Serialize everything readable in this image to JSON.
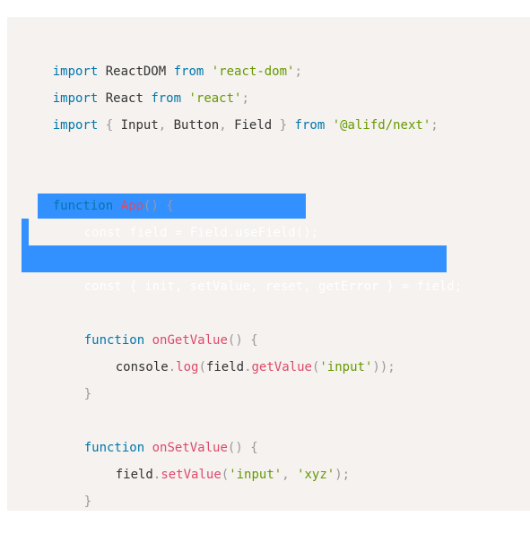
{
  "code": {
    "l1": {
      "kw1": "import",
      "t1": " ReactDOM ",
      "kw2": "from",
      "t2": " ",
      "s1": "'react-dom'",
      "p1": ";"
    },
    "l2": {
      "kw1": "import",
      "t1": " React ",
      "kw2": "from",
      "t2": " ",
      "s1": "'react'",
      "p1": ";"
    },
    "l3": {
      "kw1": "import",
      "t1": " ",
      "p1": "{",
      "t2": " Input",
      "p2": ",",
      "t3": " Button",
      "p3": ",",
      "t4": " Field ",
      "p4": "}",
      "t5": " ",
      "kw2": "from",
      "t6": " ",
      "s1": "'@alifd/next'",
      "p5": ";"
    },
    "l4": {
      "kw1": "function",
      "t1": " ",
      "f1": "App",
      "p1": "()",
      "t2": " ",
      "p2": "{"
    },
    "l5": {
      "text": "const field = Field.useField();"
    },
    "l6": {
      "text": "const { init, setValue, reset, getError } = field;"
    },
    "l7": {
      "kw1": "function",
      "t1": " ",
      "f1": "onGetValue",
      "p1": "()",
      "t2": " ",
      "p2": "{"
    },
    "l8": {
      "t1": "console",
      "p1": ".",
      "f1": "log",
      "p2": "(",
      "t2": "field",
      "p3": ".",
      "f2": "getValue",
      "p4": "(",
      "s1": "'input'",
      "p5": "));"
    },
    "l9": {
      "p1": "}"
    },
    "l10": {
      "kw1": "function",
      "t1": " ",
      "f1": "onSetValue",
      "p1": "()",
      "t2": " ",
      "p2": "{"
    },
    "l11": {
      "t1": "field",
      "p1": ".",
      "f1": "setValue",
      "p2": "(",
      "s1": "'input'",
      "p3": ",",
      "t2": " ",
      "s2": "'xyz'",
      "p4": ");"
    },
    "l12": {
      "p1": "}"
    }
  },
  "colors": {
    "background": "#f5f2f0",
    "keyword": "#0077aa",
    "string": "#669900",
    "function": "#dd4a68",
    "punctuation": "#999999",
    "selection": "#3390ff"
  }
}
